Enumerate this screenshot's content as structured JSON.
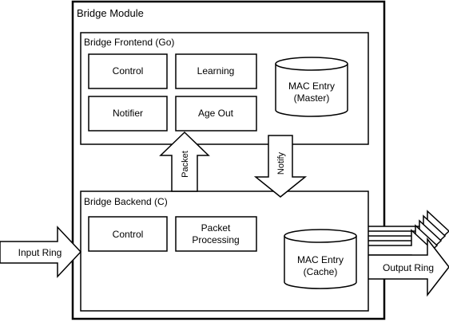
{
  "module": {
    "title": "Bridge Module"
  },
  "frontend": {
    "title": "Bridge Frontend (Go)",
    "boxes": [
      "Control",
      "Learning",
      "Notifier",
      "Age Out"
    ],
    "db": {
      "line1": "MAC Entry",
      "line2": "(Master)"
    }
  },
  "backend": {
    "title": "Bridge Backend (C)",
    "boxes": [
      "Control"
    ],
    "processing": {
      "line1": "Packet",
      "line2": "Processing"
    },
    "db": {
      "line1": "MAC Entry",
      "line2": "(Cache)"
    }
  },
  "arrows": {
    "packet": "Packet",
    "notify": "Notify",
    "input_ring": "Input Ring",
    "output_ring": "Output Ring"
  }
}
